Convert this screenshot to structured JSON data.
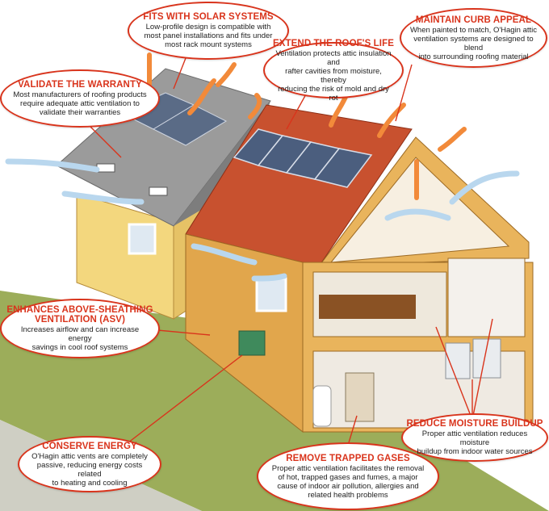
{
  "colors": {
    "accent": "#d9341c",
    "wall_yellow": "#f3d77e",
    "wall_orange": "#e9b45c",
    "roof_gray": "#9b9b9b",
    "roof_tile": "#c8512f",
    "solar_panel": "#5a6b86",
    "airflow_blue": "#b9d7ee",
    "airflow_orange": "#f28a3a",
    "lawn": "#9cad5a"
  },
  "callouts": [
    {
      "id": "fits_solar",
      "title": "FITS WITH SOLAR SYSTEMS",
      "lines": [
        "Low-profile design is compatible with",
        "most panel installations and fits under",
        "most rack mount systems"
      ]
    },
    {
      "id": "curb_appeal",
      "title": "MAINTAIN CURB APPEAL",
      "lines": [
        "When painted to match, O'Hagin attic",
        "ventilation systems are designed to blend",
        "into surrounding roofing material"
      ]
    },
    {
      "id": "warranty",
      "title": "VALIDATE THE WARRANTY",
      "lines": [
        "Most manufacturers of roofing products",
        "require adequate attic ventilation to",
        "validate their warranties"
      ]
    },
    {
      "id": "roof_life",
      "title": "EXTEND THE ROOF'S LIFE",
      "lines": [
        "Ventilation protects attic insulation and",
        "rafter cavities from moisture, thereby",
        "reducing the risk of mold and dry rot"
      ]
    },
    {
      "id": "asv",
      "title_lines": [
        "ENHANCES ABOVE-SHEATHING",
        "VENTILATION (ASV)"
      ],
      "lines": [
        "Increases airflow and can increase energy",
        "savings in cool roof systems"
      ]
    },
    {
      "id": "moisture",
      "title": "REDUCE MOISTURE BUILDUP",
      "lines": [
        "Proper attic ventilation reduces moisture",
        "buildup from indoor water sources"
      ]
    },
    {
      "id": "energy",
      "title": "CONSERVE ENERGY",
      "lines": [
        "O'Hagin attic vents are completely",
        "passive, reducing energy costs related",
        "to heating and cooling"
      ]
    },
    {
      "id": "gases",
      "title": "REMOVE TRAPPED GASES",
      "lines": [
        "Proper attic ventilation facilitates the removal",
        "of hot, trapped gases and fumes, a major",
        "cause of indoor air pollution, allergies and",
        "related health problems"
      ]
    }
  ]
}
